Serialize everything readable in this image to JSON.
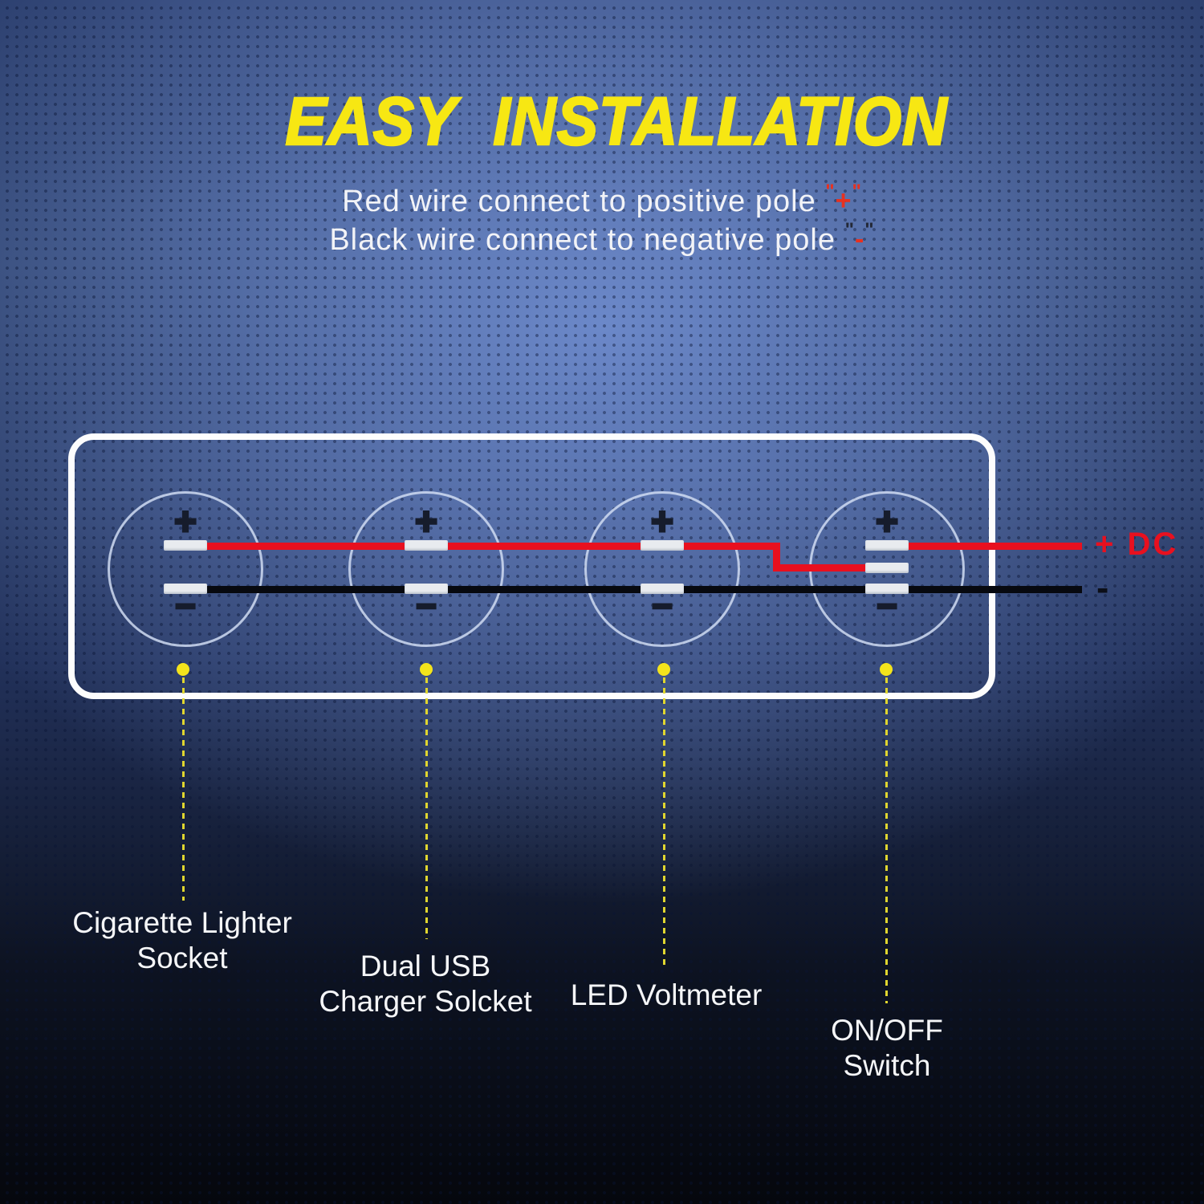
{
  "title": "EASY INSTALLATION",
  "instructions": {
    "line1": {
      "text": "Red wire connect to positive pole",
      "quote": "\"",
      "symbol": "+"
    },
    "line2": {
      "text": "Black wire connect to negative pole",
      "quote": "\"",
      "symbol": "-"
    }
  },
  "panel": {
    "connectors": [
      {
        "name": "cigarette-lighter-socket",
        "plus": "+",
        "minus": "−",
        "label_lines": [
          "Cigarette Lighter",
          "Socket"
        ]
      },
      {
        "name": "dual-usb-charger-socket",
        "plus": "+",
        "minus": "−",
        "label_lines": [
          "Dual USB",
          "Charger Solcket"
        ]
      },
      {
        "name": "led-voltmeter",
        "plus": "+",
        "minus": "−",
        "label_lines": [
          "LED Voltmeter"
        ]
      },
      {
        "name": "on-off-switch",
        "plus": "+",
        "minus": "−",
        "label_lines": [
          "ON/OFF",
          "Switch"
        ]
      }
    ]
  },
  "wiring": {
    "positive_label": "+ DC",
    "negative_label": "-"
  },
  "colors": {
    "background_center": "#5b79bd",
    "background_edge": "#05070d",
    "title_yellow": "#f7e713",
    "wire_red": "#e8101f",
    "wire_black": "#07090f",
    "leader_yellow": "#e0d62f",
    "panel_border": "#fdfdfd"
  }
}
